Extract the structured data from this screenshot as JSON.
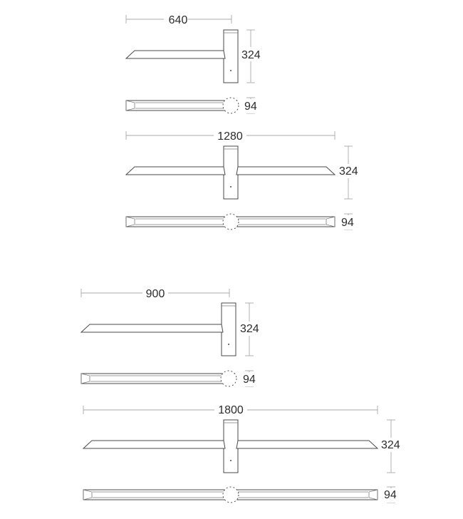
{
  "dimensions": {
    "single_short": {
      "width": "640",
      "height": "324",
      "depth": "94"
    },
    "double_short": {
      "width": "1280",
      "height": "324",
      "depth": "94"
    },
    "single_long": {
      "width": "900",
      "height": "324",
      "depth": "94"
    },
    "double_long": {
      "width": "1800",
      "height": "324",
      "depth": "94"
    }
  },
  "colors": {
    "line": "#4a4a4a",
    "dimension_line": "#aaaaaa",
    "text": "#2b2b2b"
  }
}
